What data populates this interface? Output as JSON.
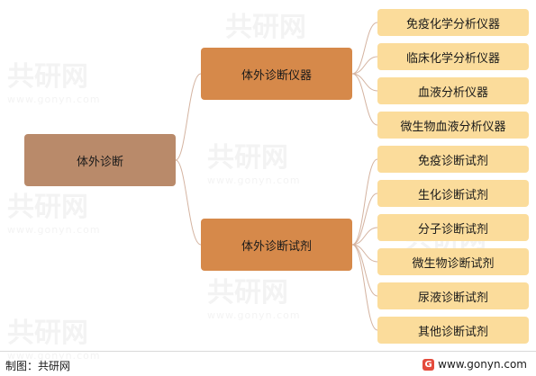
{
  "root": {
    "label": "体外诊断"
  },
  "branches": [
    {
      "label": "体外诊断仪器",
      "children": [
        "免疫化学分析仪器",
        "临床化学分析仪器",
        "血液分析仪器",
        "微生物血液分析仪器"
      ]
    },
    {
      "label": "体外诊断试剂",
      "children": [
        "免疫诊断试剂",
        "生化诊断试剂",
        "分子诊断试剂",
        "微生物诊断试剂",
        "尿液诊断试剂",
        "其他诊断试剂"
      ]
    }
  ],
  "watermark": {
    "text": "共研网",
    "url": "www.gonyn.com"
  },
  "footer": {
    "source": "制图：共研网",
    "site": "www.gonyn.com"
  },
  "colors": {
    "root": "#b98a6a",
    "branch": "#d6894a",
    "leaf": "#fbdc9b",
    "line": "#d4b3a0"
  }
}
